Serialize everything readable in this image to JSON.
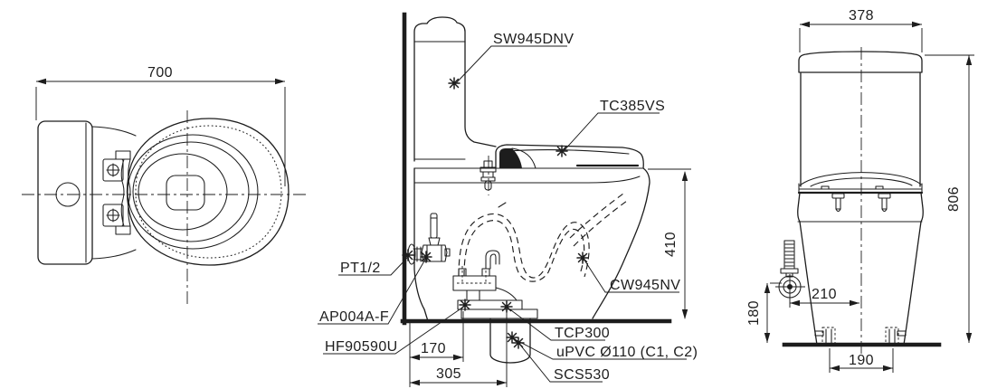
{
  "drawing": {
    "kind": "toilet installation technical drawing (top, side and front views)",
    "views": {
      "top": {
        "dims": {
          "depth": "700"
        }
      },
      "side": {
        "dims": {
          "rim_height": "410",
          "flange_offset": "170",
          "drain_offset": "305"
        },
        "labels": {
          "cistern": "SW945DNV",
          "seat_cover": "TC385VS",
          "supply_thread": "PT1/2",
          "angle_valve": "AP004A-F",
          "fixing_kit": "HF90590U",
          "bowl": "CW945NV",
          "flange": "TCP300",
          "drain_pipe": "uPVC Ø110 (C1, C2)",
          "socket": "SCS530"
        }
      },
      "front": {
        "dims": {
          "width": "378",
          "height": "806",
          "valve_offset": "210",
          "valve_height": "180",
          "bolt_spacing": "190"
        }
      }
    }
  },
  "colors": {
    "line": "#1d1d1d",
    "background": "#ffffff"
  }
}
